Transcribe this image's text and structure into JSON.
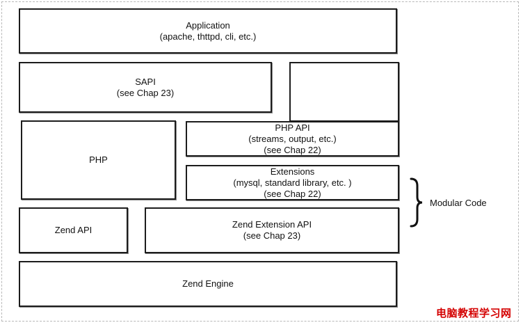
{
  "boxes": {
    "application": [
      "Application",
      "(apache, thttpd, cli, etc.)"
    ],
    "sapi": [
      "SAPI",
      "(see Chap 23)"
    ],
    "php": [
      "PHP"
    ],
    "php_api": [
      "PHP API",
      "(streams, output, etc.)",
      "(see Chap 22)"
    ],
    "extensions": [
      "Extensions",
      "(mysql, standard library, etc. )",
      "(see Chap 22)"
    ],
    "zend_api": [
      "Zend API"
    ],
    "zend_extension_api": [
      "Zend Extension API",
      "(see Chap 23)"
    ],
    "zend_engine": [
      "Zend Engine"
    ]
  },
  "modular_label": "Modular Code",
  "watermark": "电脑教程学习网"
}
